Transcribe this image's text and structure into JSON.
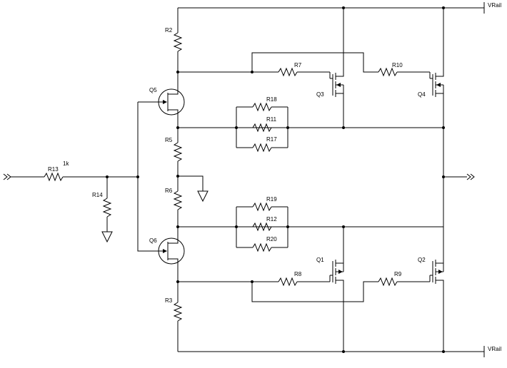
{
  "rails": {
    "top": "VRail",
    "bottom": "VRail"
  },
  "components": {
    "R2": "R2",
    "R3": "R3",
    "R5": "R5",
    "R6": "R6",
    "R7": "R7",
    "R8": "R8",
    "R9": "R9",
    "R10": "R10",
    "R11": "R11",
    "R12": "R12",
    "R13": "R13",
    "R13_value": "1k",
    "R14": "R14",
    "R17": "R17",
    "R18": "R18",
    "R19": "R19",
    "R20": "R20",
    "Q1": "Q1",
    "Q2": "Q2",
    "Q3": "Q3",
    "Q4": "Q4",
    "Q5": "Q5",
    "Q6": "Q6"
  },
  "icons": {
    "input_port": "double-chevron-right-icon",
    "output_port": "double-chevron-right-icon",
    "ground": "ground-icon"
  }
}
